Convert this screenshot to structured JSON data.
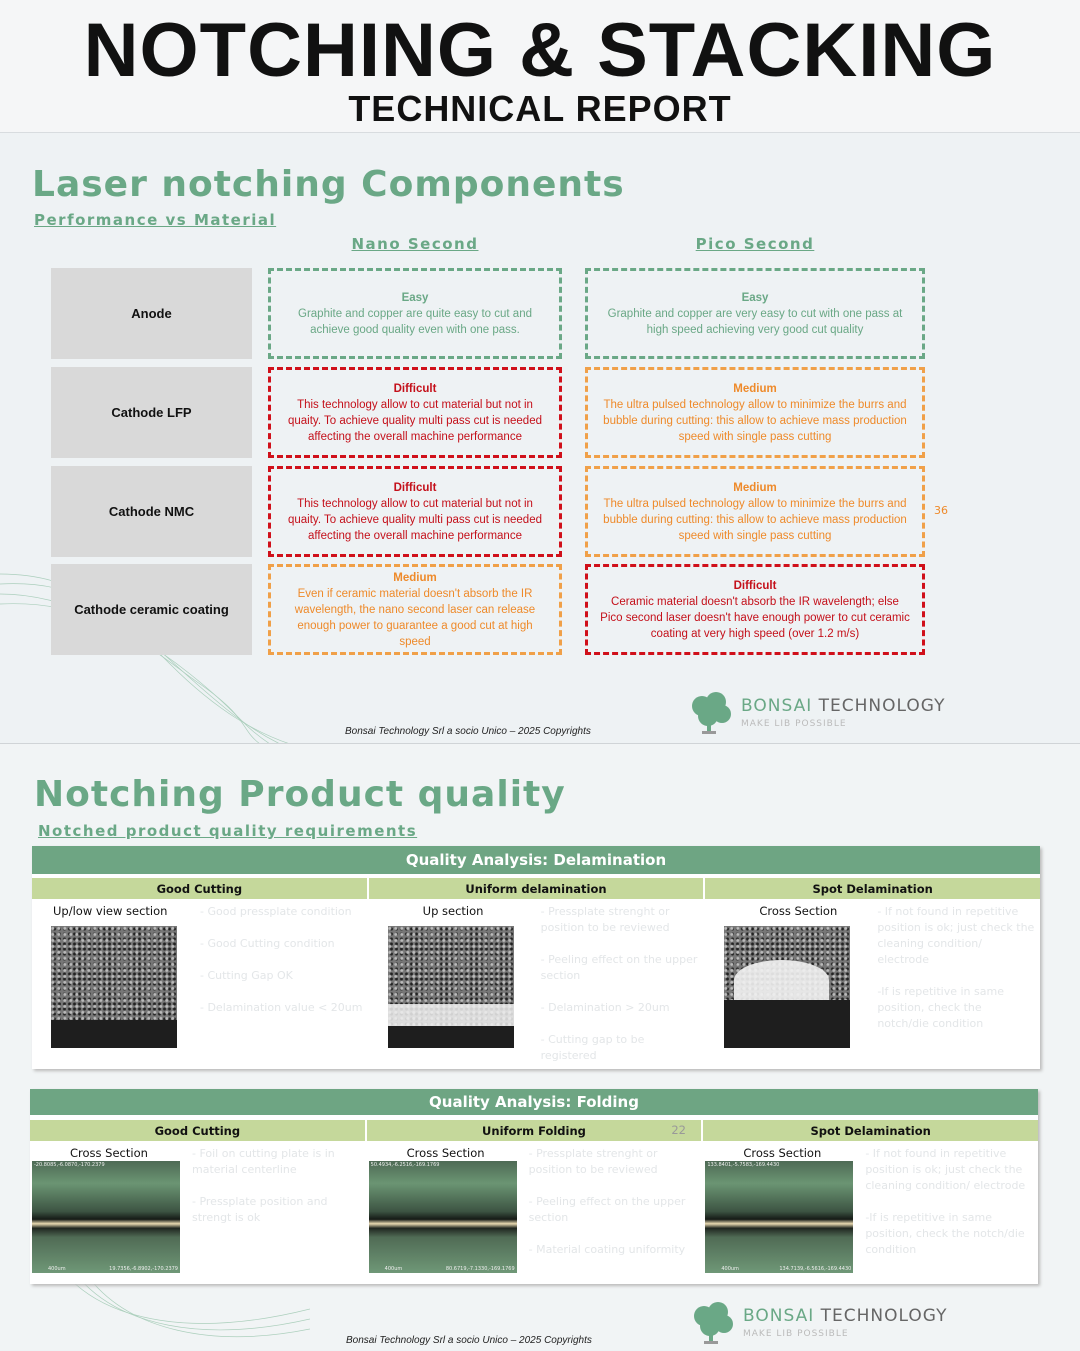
{
  "header": {
    "title": "NOTCHING & STACKING",
    "subtitle": "TECHNICAL REPORT"
  },
  "slide1": {
    "title": "Laser notching Components",
    "subtitle": "Performance vs Material",
    "columns": [
      "Nano Second",
      "Pico Second"
    ],
    "rows": [
      {
        "label": "Anode",
        "nano": {
          "level": "Easy",
          "text": "Graphite and copper are quite easy to cut and achieve good quality even with one pass.",
          "color": "#6aa886"
        },
        "pico": {
          "level": "Easy",
          "text": "Graphite and copper are very easy to cut with one pass at high speed achieving very good cut quality",
          "color": "#6aa886"
        }
      },
      {
        "label": "Cathode LFP",
        "nano": {
          "level": "Difficult",
          "text": "This technology allow to cut material but not in quaity. To achieve quality multi pass cut is needed affecting the overall machine performance",
          "color": "#d0101a"
        },
        "pico": {
          "level": "Medium",
          "text": "The ultra pulsed technology allow to minimize the burrs and bubble during cutting: this allow to achieve mass production speed with single pass cutting",
          "color": "#f0a048"
        }
      },
      {
        "label": "Cathode NMC",
        "nano": {
          "level": "Difficult",
          "text": "This technology allow to cut material but not in quaity. To achieve quality multi pass cut is needed affecting the overall machine performance",
          "color": "#d0101a"
        },
        "pico": {
          "level": "Medium",
          "text": "The ultra pulsed technology allow to minimize the burrs and bubble during cutting: this allow to achieve mass production speed with single pass cutting",
          "color": "#f0a048"
        }
      },
      {
        "label": "Cathode ceramic coating",
        "nano": {
          "level": "Medium",
          "text": "Even if ceramic material doesn't absorb the IR wavelength, the nano second laser can release enough power to guarantee a good cut at high speed",
          "color": "#f0a048"
        },
        "pico": {
          "level": "Difficult",
          "text": "Ceramic material doesn't absorb the IR wavelength; else Pico second laser doesn't have enough power to cut ceramic coating at very high speed (over 1.2 m/s)",
          "color": "#d0101a"
        }
      }
    ],
    "stray_number": "36",
    "footer": "Bonsai Technology Srl a socio Unico – 2025 Copyrights"
  },
  "logo": {
    "name1": "BONSAI",
    "name2": "TECHNOLOGY",
    "tagline": "MAKE LIB POSSIBLE",
    "color": "#6aa886"
  },
  "slide2": {
    "title": "Notching Product quality",
    "subtitle": "Notched product quality requirements",
    "tables": [
      {
        "title": "Quality Analysis: Delamination",
        "cols": [
          {
            "header": "Good Cutting",
            "caption": "Up/low view section",
            "notes": "- Good pressplate condition\n\n- Good Cutting condition\n\n- Cutting Gap OK\n\n- Delamination value < 20um"
          },
          {
            "header": "Uniform delamination",
            "caption": "Up section",
            "notes": "- Pressplate strenght or position to be reviewed\n\n- Peeling effect on the upper section\n\n- Delamination > 20um\n\n- Cutting gap to be registered"
          },
          {
            "header": "Spot Delamination",
            "caption": "Cross Section",
            "notes": "- If not found in repetitive position is ok; just check the cleaning condition/ electrode\n\n-If is repetitive in same position, check the notch/die condition"
          }
        ]
      },
      {
        "title": "Quality Analysis: Folding",
        "header_number": "22",
        "cols": [
          {
            "header": "Good Cutting",
            "caption": "Cross Section",
            "notes": "- Foil on cutting plate is in material centerline\n\n- Pressplate position and strengt is ok",
            "img_top": "-20.8085,-6.0870,-170.2379",
            "img_scale": "400um",
            "img_bottom": "19.7356,-6.8902,-170.2379"
          },
          {
            "header": "Uniform Folding",
            "caption": "Cross Section",
            "notes": "- Pressplate strenght or position to be reviewed\n\n- Peeling effect on the upper section\n\n- Material coating uniformity",
            "img_top": "50.4934,-6.2516,-169.1769",
            "img_scale": "400um",
            "img_bottom": "80.6719,-7.1330,-169.1769"
          },
          {
            "header": "Spot Delamination",
            "caption": "Cross Section",
            "notes": "- If not found in repetitive position is ok; just check the cleaning condition/ electrode\n\n-If is repetitive in same position, check the notch/die condition",
            "img_top": "133.8401,-5.7583,-169.4430",
            "img_scale": "400um",
            "img_bottom": "134.7139,-6.5616,-169.4430"
          }
        ]
      }
    ],
    "footer": "Bonsai Technology Srl a socio Unico – 2025 Copyrights"
  }
}
